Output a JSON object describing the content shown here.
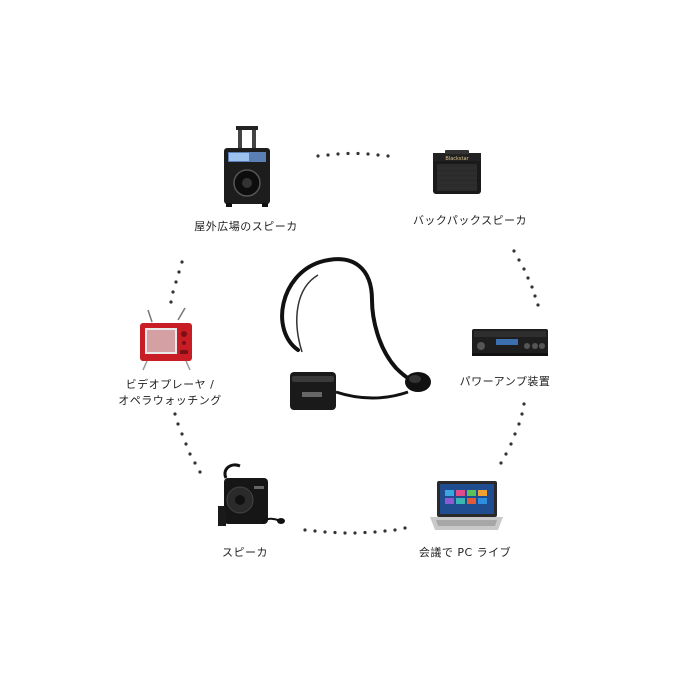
{
  "center": {
    "icon": "wireless-headset-microphone"
  },
  "devices": [
    {
      "id": "outdoor",
      "label": "屋外広場のスピーカ",
      "icon": "trolley-speaker"
    },
    {
      "id": "backpack",
      "label": "バックパックスピーカ",
      "icon": "amp-speaker"
    },
    {
      "id": "power-amp",
      "label": "パワーアンプ装置",
      "icon": "rack-amplifier"
    },
    {
      "id": "pc",
      "label": "会議で PC ライブ",
      "icon": "laptop"
    },
    {
      "id": "speaker",
      "label": "スピーカ",
      "icon": "waist-speaker"
    },
    {
      "id": "video",
      "label_lines": [
        "ビデオプレーヤ /",
        "オペラウォッチング"
      ],
      "icon": "portable-tv"
    }
  ]
}
